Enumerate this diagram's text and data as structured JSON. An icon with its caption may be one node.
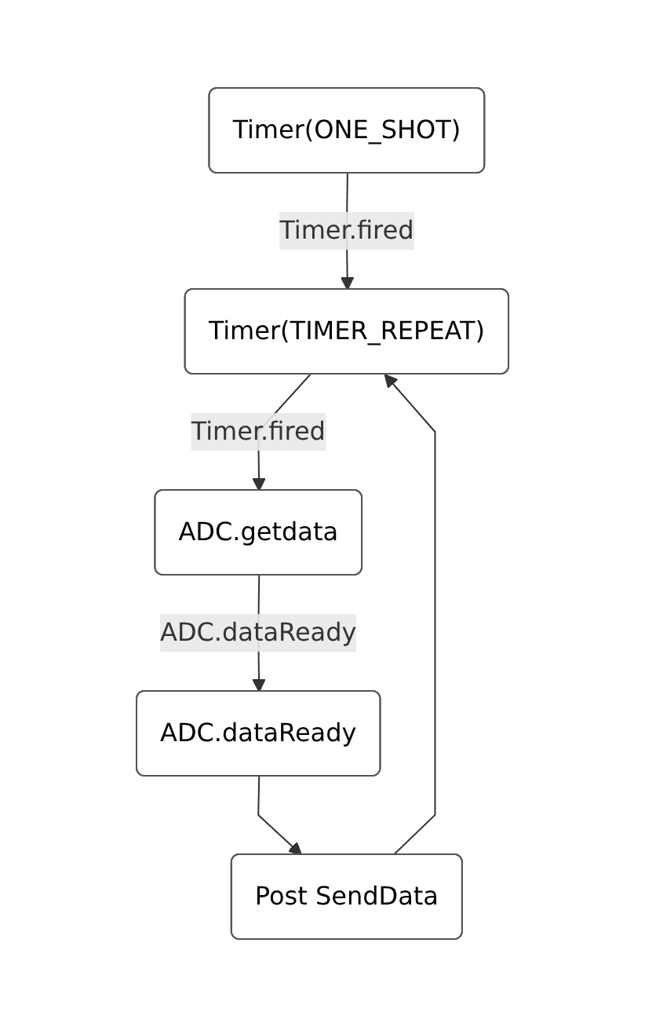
{
  "diagram": {
    "nodes": [
      {
        "text": [
          "Timer(ONE_SHOT)"
        ]
      },
      {
        "text": [
          "Timer(TIMER_REPEAT)"
        ]
      },
      {
        "text": [
          "ADC.getdata"
        ]
      },
      {
        "text": [
          "ADC.dataReady"
        ]
      },
      {
        "text": [
          "Post SendData"
        ]
      }
    ],
    "edges": [
      {
        "from": 0,
        "to": 1,
        "arrow": "to",
        "label": "Timer.fired"
      },
      {
        "from": 1,
        "to": 2,
        "arrow": "to",
        "label": "Timer.fired"
      },
      {
        "from": 2,
        "to": 3,
        "arrow": "to",
        "label": "ADC.dataReady"
      },
      {
        "from": 3,
        "to": 4,
        "arrow": "to"
      },
      {
        "from": 4,
        "to": 1,
        "arrow": "to"
      }
    ]
  }
}
